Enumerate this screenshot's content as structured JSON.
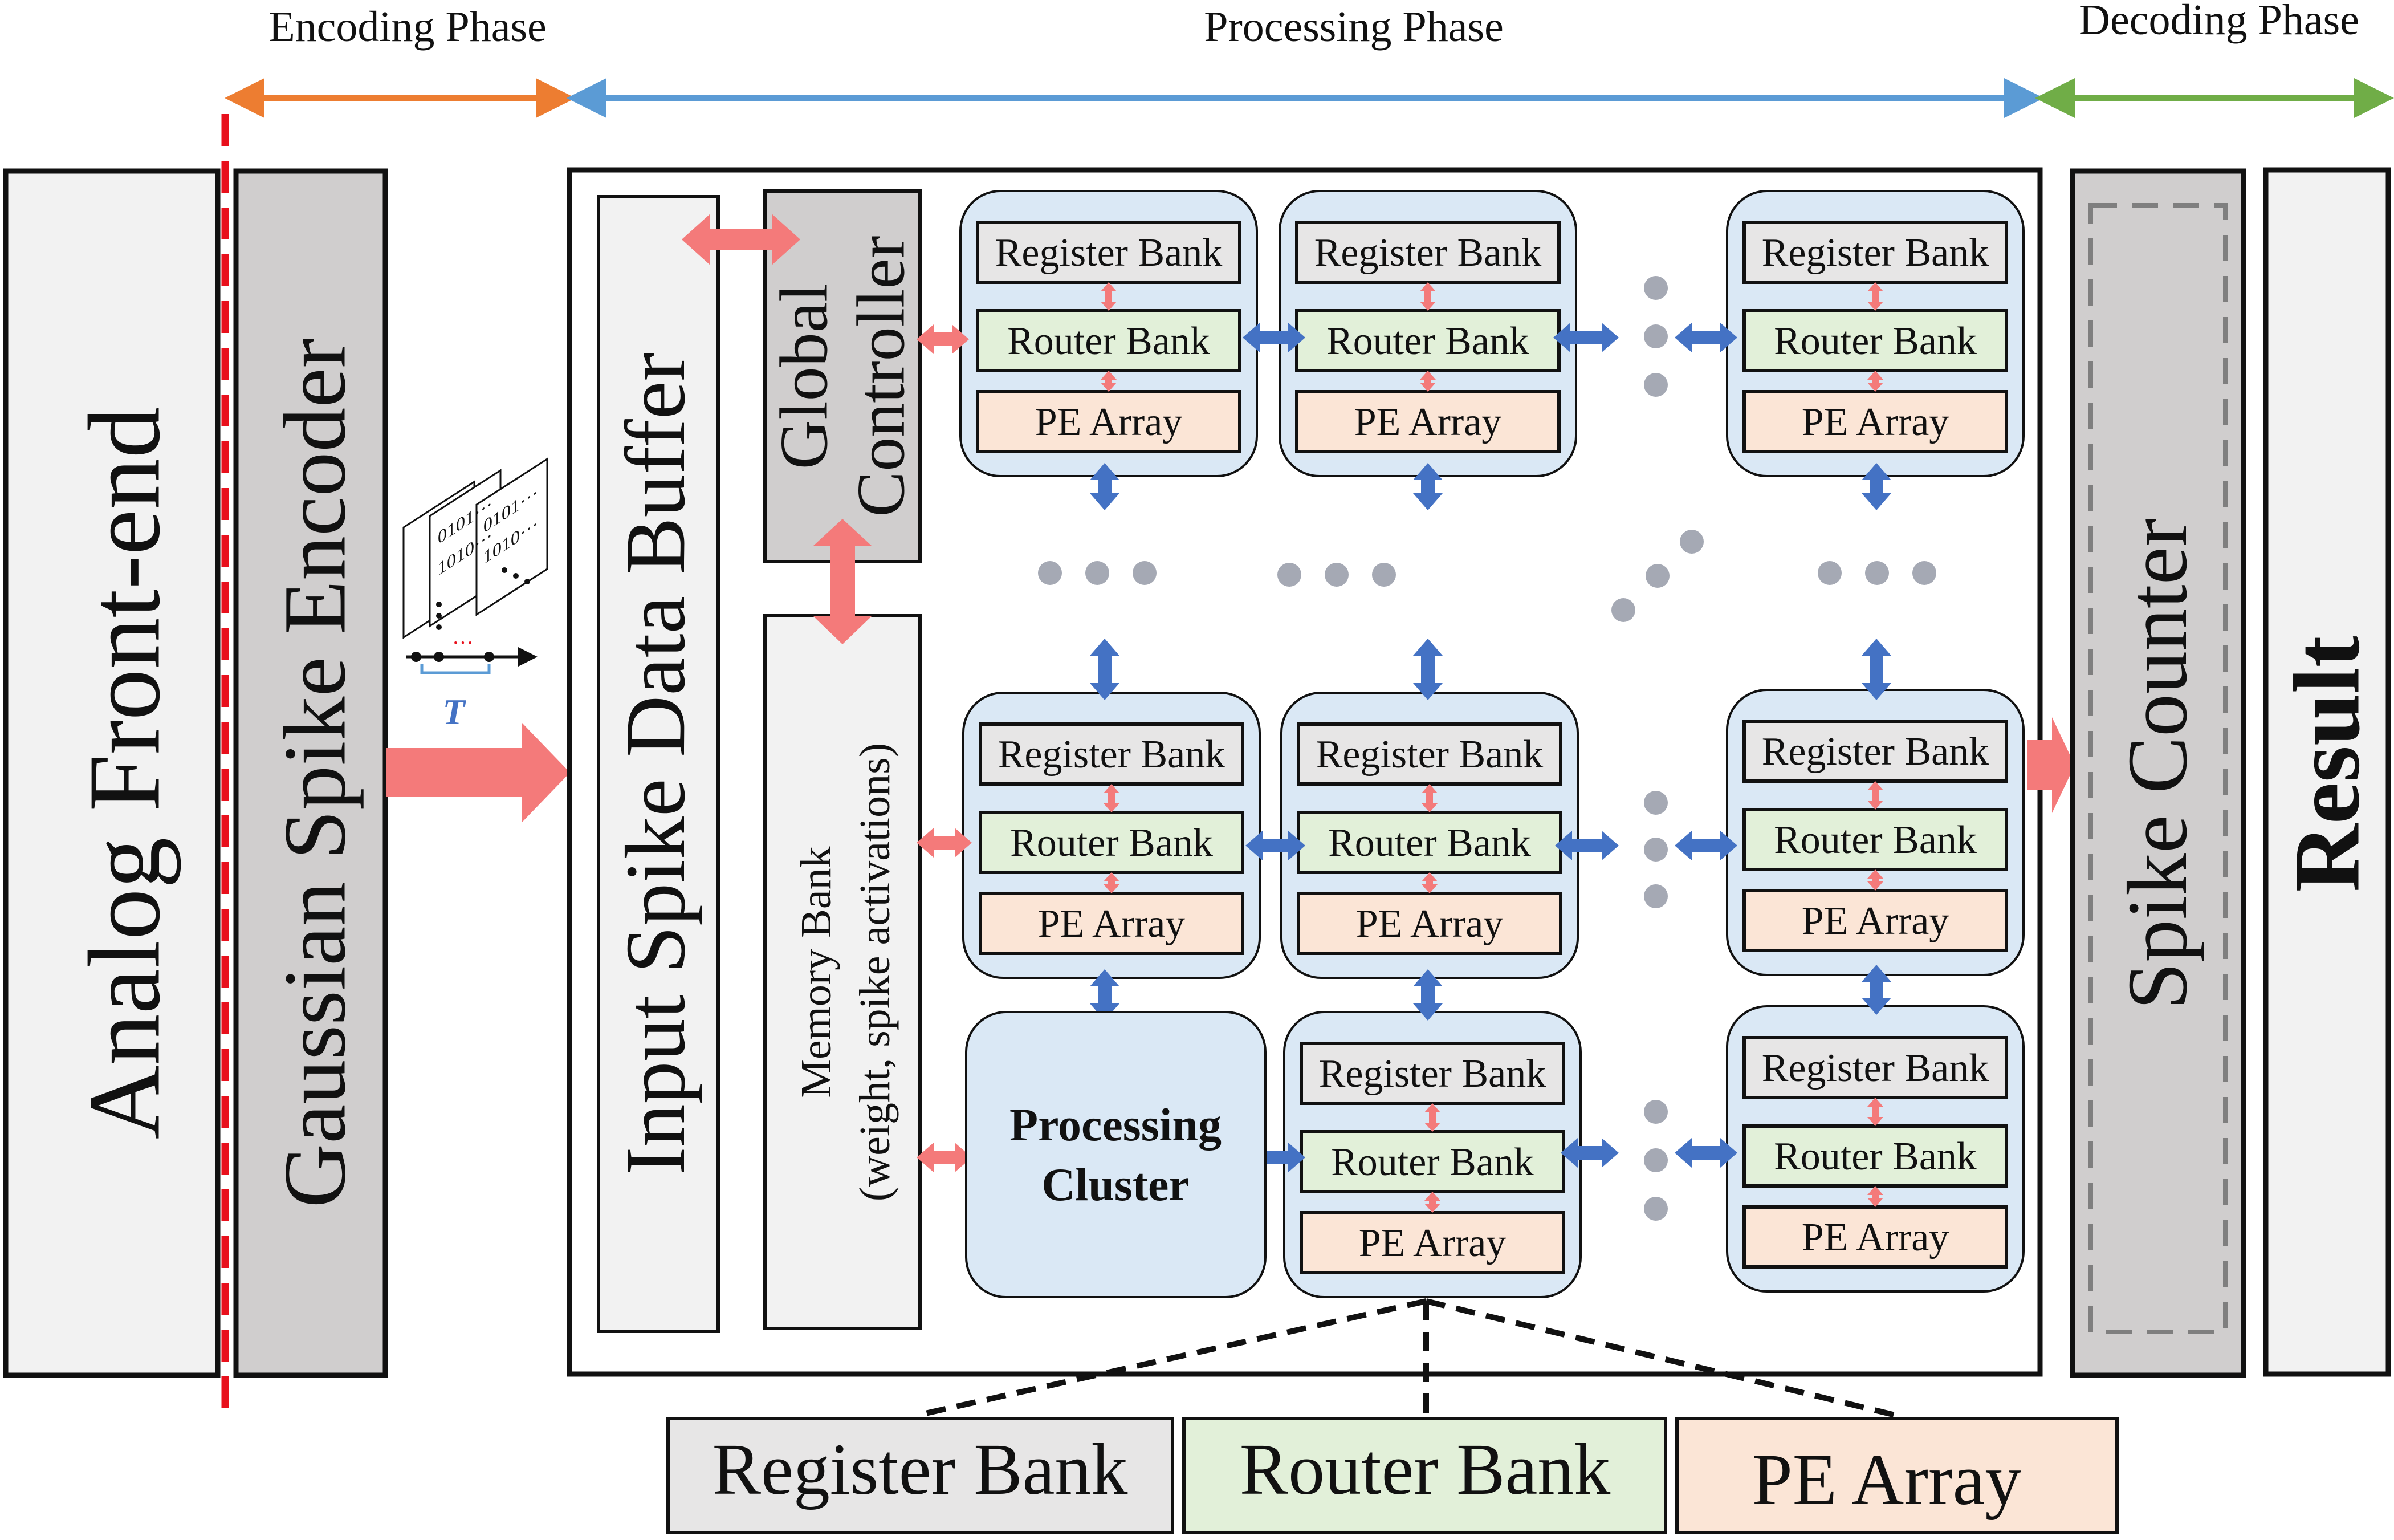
{
  "phases": {
    "encoding": "Encoding Phase",
    "processing": "Processing Phase",
    "decoding": "Decoding Phase"
  },
  "blocks": {
    "analog_front_end": "Analog Front-end",
    "gaussian_encoder": "Gaussian Spike Encoder",
    "input_buffer": "Input Spike Data Buffer",
    "global_controller_line1": "Global",
    "global_controller_line2": "Controller",
    "memory_bank_line1": "Memory Bank",
    "memory_bank_line2": "(weight, spike activations)",
    "spike_counter": "Spike Counter",
    "result": "Result",
    "processing_cluster_line1": "Processing",
    "processing_cluster_line2": "Cluster"
  },
  "spike_train": {
    "frame_lines": [
      "0101···",
      "1010···"
    ],
    "period_label": "T",
    "ellipsis": "···"
  },
  "cluster": {
    "register": "Register  Bank",
    "router": "Router Bank",
    "pe": "PE Array"
  },
  "legend": {
    "register": "Register Bank",
    "router": "Router Bank",
    "pe": "PE Array"
  },
  "colors": {
    "encoding_arrow": "#ed7d31",
    "processing_arrow": "#5b9bd5",
    "decoding_arrow": "#70ad47",
    "data_arrow": "#f47a7a",
    "link_arrow": "#4472c4",
    "cluster_fill": "#dae8f5",
    "register_fill": "#e7e6e6",
    "router_fill": "#e2f0d9",
    "pe_fill": "#fbe5d6",
    "gray_block": "#d0cece",
    "light_block": "#f2f2f2",
    "dots": "#a5a9b4",
    "divider": "#e8101c"
  }
}
